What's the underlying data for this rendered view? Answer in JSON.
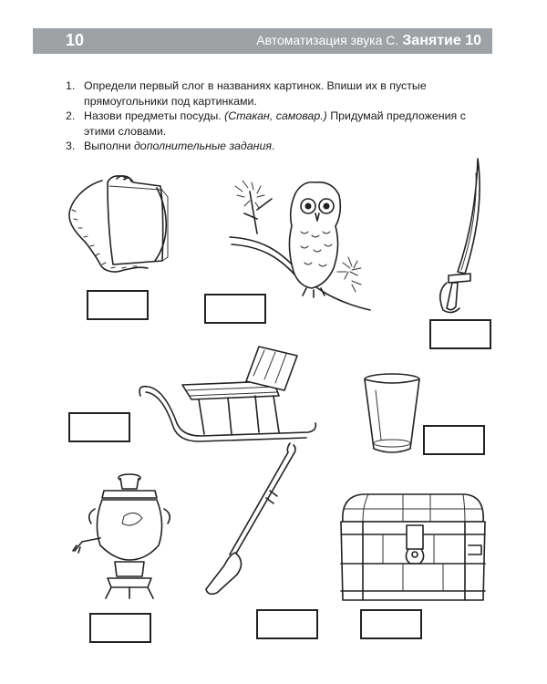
{
  "header": {
    "page_number": "10",
    "title": "Автоматизация звука С.",
    "lesson": "Занятие 10"
  },
  "tasks": [
    {
      "num": "1.",
      "text": "Определи первый слог в названиях картинок. Впиши их в пустые прямоугольники под картинками."
    },
    {
      "num": "2.",
      "text_before": "Назови предметы посуды.",
      "italic": "(Стакан, самовар.)",
      "text_after": "Придумай предложения с этими словами."
    },
    {
      "num": "3.",
      "text_before": "Выполни",
      "italic": "дополнительные задания",
      "text_after": "."
    }
  ],
  "pictures": [
    {
      "name": "handbag-icon"
    },
    {
      "name": "owl-icon"
    },
    {
      "name": "saber-icon"
    },
    {
      "name": "sled-icon"
    },
    {
      "name": "glass-icon"
    },
    {
      "name": "samovar-icon"
    },
    {
      "name": "oar-icon"
    },
    {
      "name": "chest-icon"
    }
  ],
  "colors": {
    "header_band": "#9ea2a5",
    "header_text": "#ffffff",
    "ink": "#1a1a1a"
  }
}
